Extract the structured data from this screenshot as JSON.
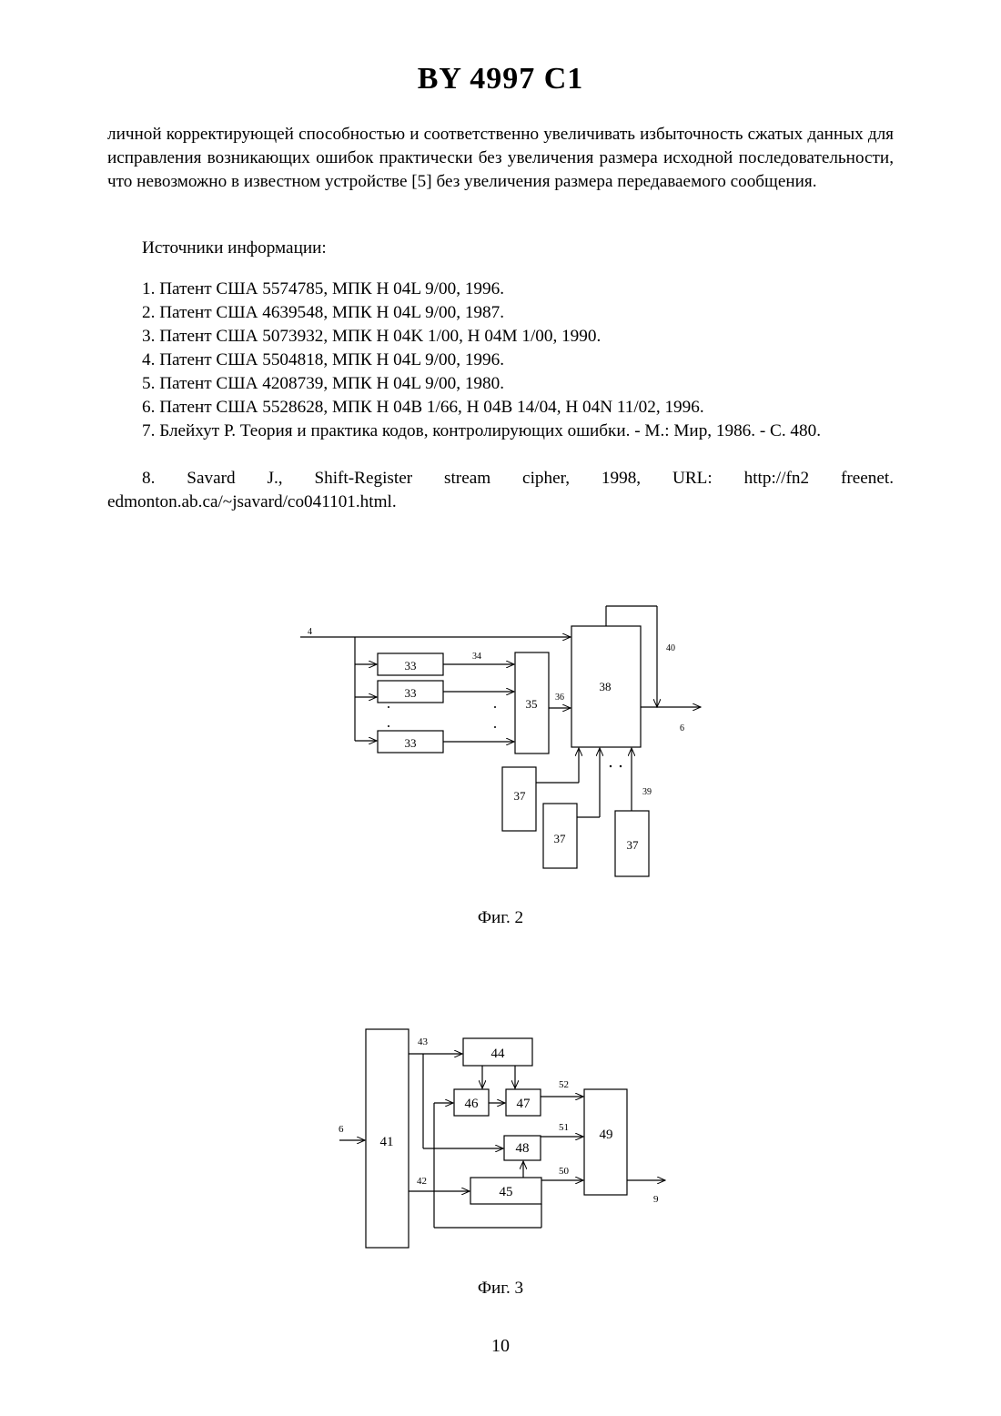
{
  "header": {
    "patent_number": "BY 4997 C1"
  },
  "body": {
    "continuation": "личной корректирующей способностью и соответственно увеличивать избыточность сжатых данных для исправления возникающих ошибок практически без увеличения размера исходной последовательности, что невозможно в известном устройстве [5] без увеличения размера передаваемого сообщения.",
    "sources_heading": "Источники информации:",
    "references": [
      "1. Патент США 5574785, МПК H 04L 9/00, 1996.",
      "2. Патент США 4639548, МПК H 04L 9/00, 1987.",
      "3. Патент США 5073932, МПК H 04K 1/00, H 04M 1/00, 1990.",
      "4. Патент США 5504818, МПК H 04L 9/00, 1996.",
      "5. Патент США 4208739, МПК H 04L 9/00, 1980.",
      "6. Патент США 5528628, МПК H 04B 1/66, H 04B 14/04, H 04N 11/02, 1996.",
      "7. Блейхут Р. Теория и практика кодов, контролирующих ошибки. - М.: Мир,  1986. - С. 480.",
      "8. Savard J., Shift-Register stream cipher, 1998, URL: http://fn2 freenet. edmonton.ab.ca/~jsavard/co041101.html."
    ]
  },
  "figures": {
    "fig2": {
      "caption": "Фиг. 2",
      "labels": {
        "input": "4",
        "block33a": "33",
        "block33b": "33",
        "block33c": "33",
        "bus34": "34",
        "block35": "35",
        "bus36": "36",
        "block38": "38",
        "bus40": "40",
        "output": "6",
        "block37a": "37",
        "block37b": "37",
        "block37c": "37",
        "bus39": "39"
      }
    },
    "fig3": {
      "caption": "Фиг. 3",
      "labels": {
        "input": "6",
        "block41": "41",
        "bus43": "43",
        "bus42": "42",
        "block44": "44",
        "block46": "46",
        "block47": "47",
        "block48": "48",
        "block45": "45",
        "block49": "49",
        "bus52": "52",
        "bus51": "51",
        "bus50": "50",
        "output": "9"
      }
    }
  },
  "footer": {
    "page_number": "10"
  }
}
